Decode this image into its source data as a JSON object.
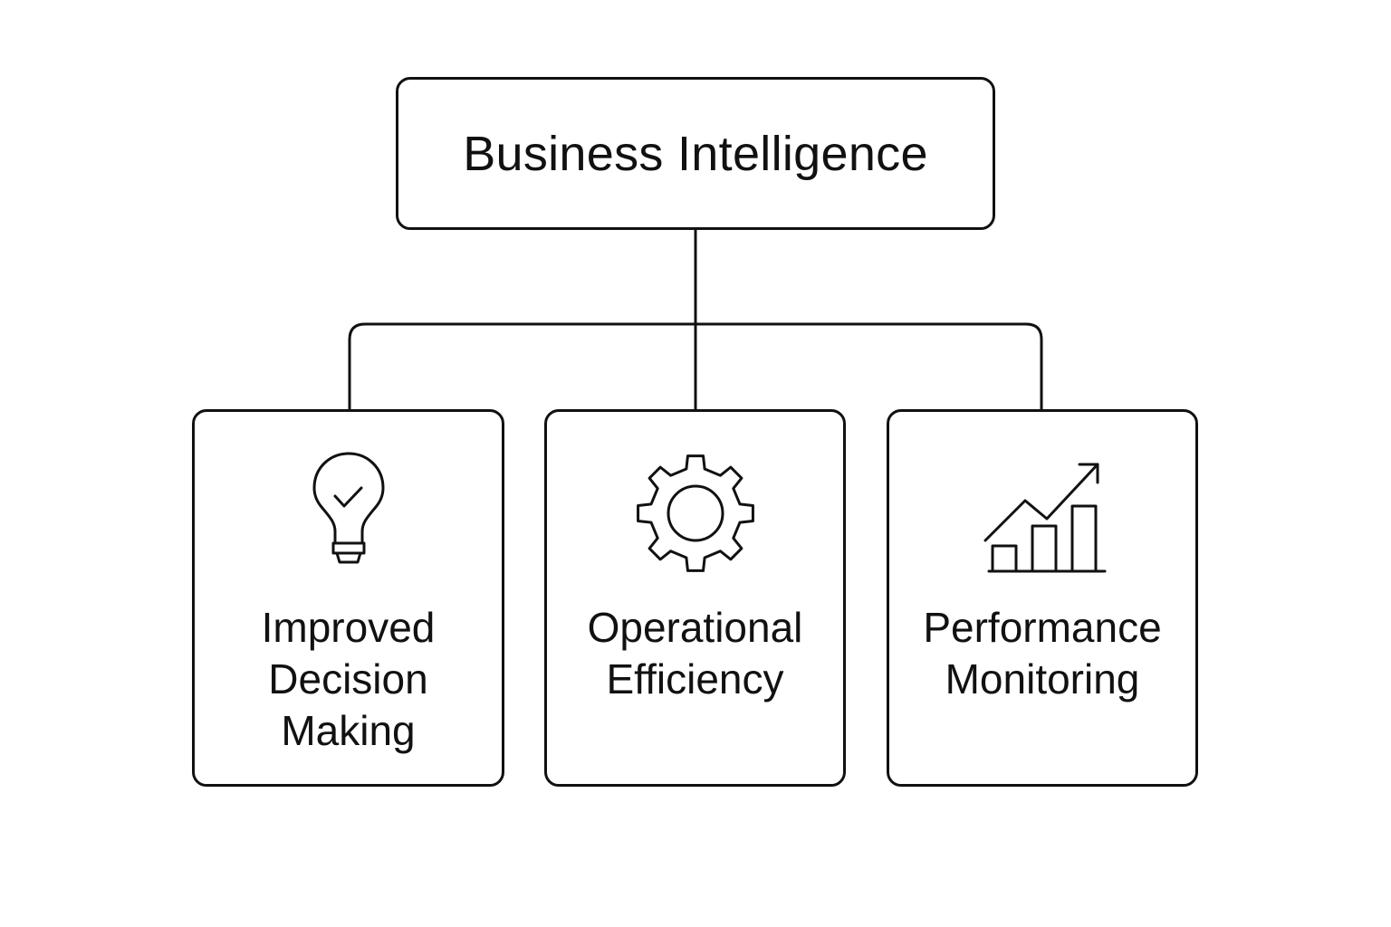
{
  "diagram": {
    "root": {
      "label": "Business Intelligence"
    },
    "children": [
      {
        "icon": "lightbulb-check-icon",
        "label_lines": [
          "Improved",
          "Decision",
          "Making"
        ]
      },
      {
        "icon": "gear-icon",
        "label_lines": [
          "Operational",
          "Efficiency"
        ]
      },
      {
        "icon": "bar-chart-trend-icon",
        "label_lines": [
          "Performance",
          "Monitoring"
        ]
      }
    ],
    "colors": {
      "stroke": "#111111",
      "background": "#ffffff"
    }
  }
}
